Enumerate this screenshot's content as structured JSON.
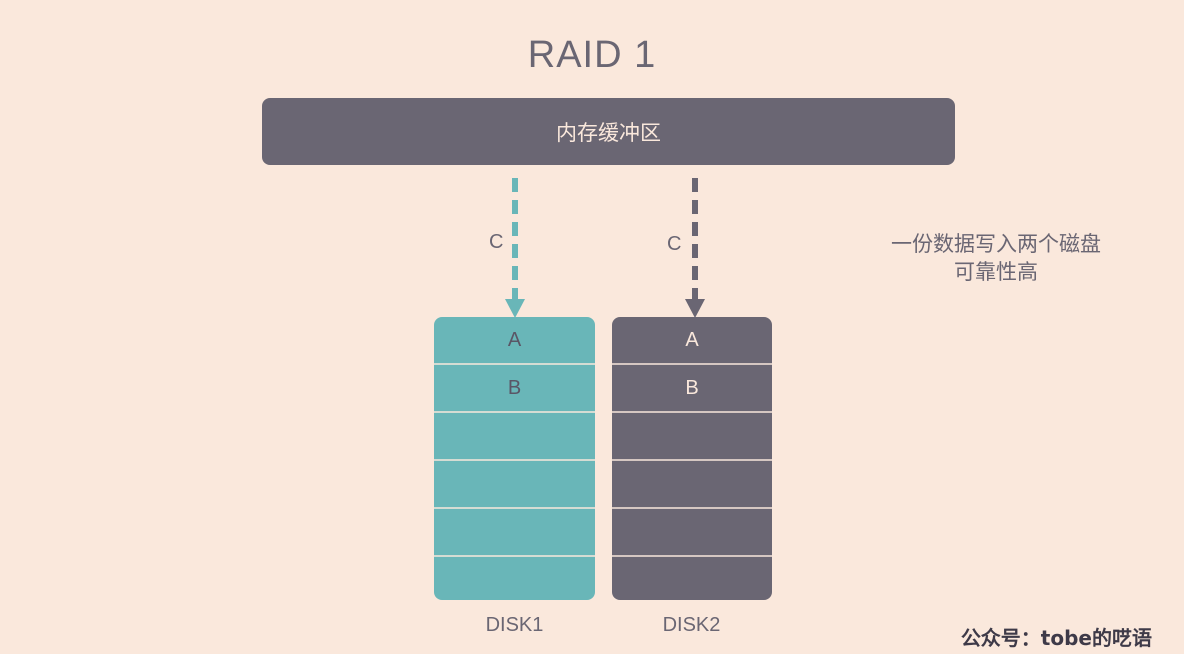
{
  "title": "RAID 1",
  "buffer": {
    "label": "内存缓冲区"
  },
  "arrows": [
    {
      "label": "C",
      "color": "#69b6b8"
    },
    {
      "label": "C",
      "color": "#6a6673"
    }
  ],
  "disks": [
    {
      "name": "DISK1",
      "color": "#69b6b8",
      "slots": [
        "A",
        "B",
        "",
        "",
        "",
        ""
      ]
    },
    {
      "name": "DISK2",
      "color": "#6a6673",
      "slots": [
        "A",
        "B",
        "",
        "",
        "",
        ""
      ]
    }
  ],
  "note": {
    "line1": "一份数据写入两个磁盘",
    "line2": "可靠性高"
  },
  "watermark": "公众号：tobe的呓语"
}
